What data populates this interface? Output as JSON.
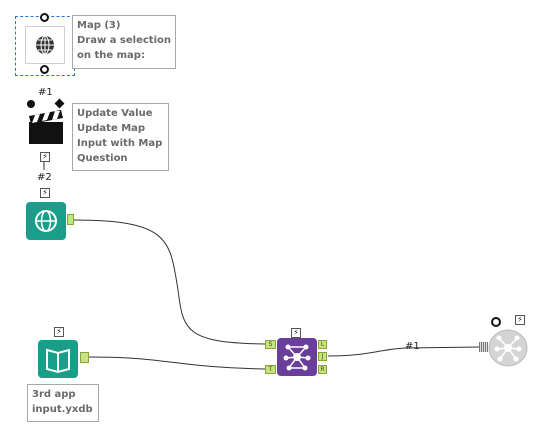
{
  "tools": {
    "map_question": {
      "annotation": "Map (3)\nDraw a selection\non the map:",
      "icon": "globe-icon"
    },
    "action": {
      "label": "#1",
      "annotation": "Update Value\nUpdate Map\nInput with Map\nQuestion",
      "icon": "clapperboard-icon"
    },
    "connector_label": "#2",
    "map_input": {
      "icon": "globe-icon"
    },
    "text_input": {
      "icon": "book-icon",
      "annotation": "3rd app\ninput.yxdb"
    },
    "spatial_match": {
      "icon": "network-icon",
      "inputs": [
        "S",
        "T"
      ],
      "outputs": [
        "L",
        "J",
        "R"
      ]
    },
    "output_label": "#1",
    "disabled_tool": {
      "icon": "network-icon"
    }
  },
  "bolt_glyph": "⚡",
  "colors": {
    "teal": "#1a9e8a",
    "purple": "#6a3f9b",
    "anchor_green": "#c7e37d",
    "wire": "#333333"
  }
}
